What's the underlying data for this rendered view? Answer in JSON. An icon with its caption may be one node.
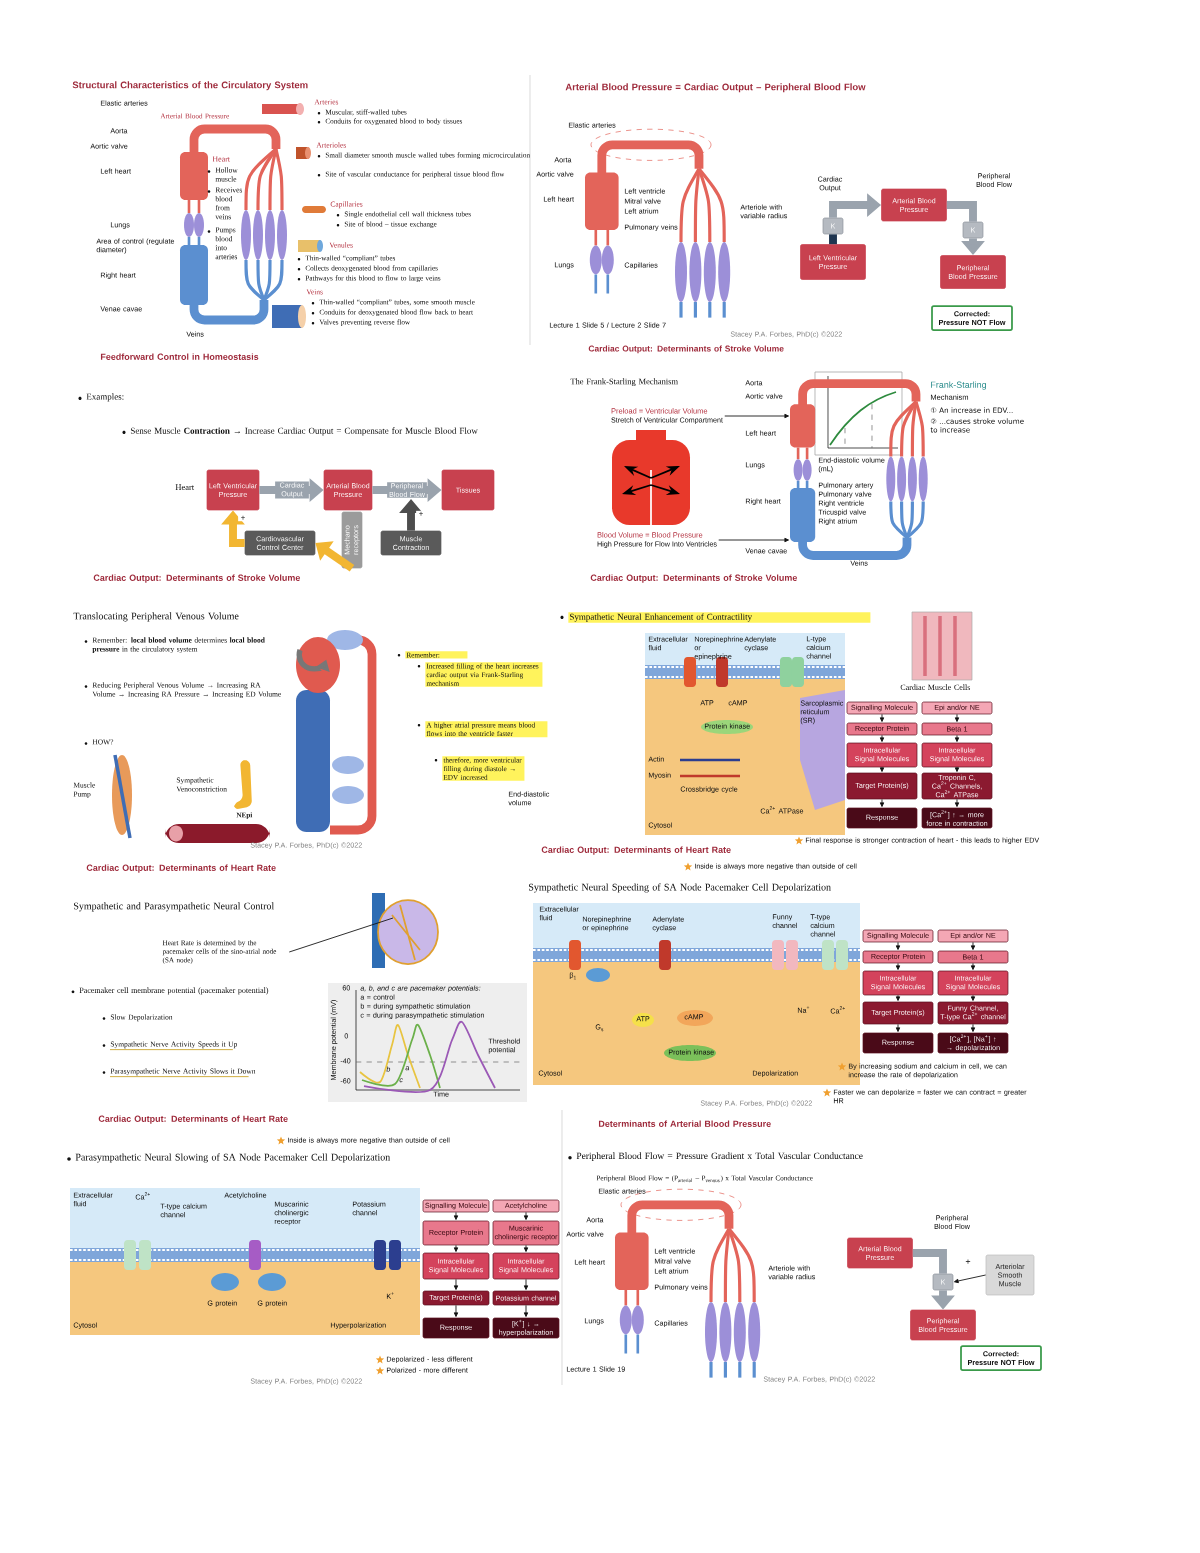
{
  "diagram": {
    "nodes": [
      {
        "text": [
          "Left Ventricular Pressure"
        ]
      },
      {
        "text": [
          "K"
        ]
      },
      {
        "text": [
          "Arterial Blood Pressure"
        ]
      },
      {
        "text": [
          "K"
        ]
      },
      {
        "text": [
          "Peripheral Blood Pressure"
        ]
      },
      {
        "text": [
          "Corrected: Pressure NOT Flow"
        ]
      },
      {
        "text": [
          "Left Ventricular Pressure"
        ]
      },
      {
        "text": [
          "Arterial Blood Pressure"
        ]
      },
      {
        "text": [
          "Tissues"
        ]
      },
      {
        "text": [
          "Cardiovascular Control Center"
        ]
      },
      {
        "text": [
          "Mechano receptors"
        ]
      },
      {
        "text": [
          "Muscle Contraction"
        ]
      },
      {
        "text": [
          "Preload = Ventricular Volume",
          "Stretch of Ventricular Compartment"
        ]
      },
      {
        "text": [
          "Blood Volume = Blood Pressure",
          "High Pressure for Flow Into Ventricles"
        ]
      },
      {
        "text": [
          "Heart Rate is determined by the pacemaker cells of the sino-atrial node (SA node)"
        ]
      },
      {
        "text": [
          "Signalling Molecule"
        ]
      },
      {
        "text": [
          "Receptor Protein"
        ]
      },
      {
        "text": [
          "Intracellular Signal Molecules"
        ]
      },
      {
        "text": [
          "Target Protein(s)"
        ]
      },
      {
        "text": [
          "Response"
        ]
      },
      {
        "text": [
          "Epi and/or NE"
        ]
      },
      {
        "text": [
          "Beta 1"
        ]
      },
      {
        "text": [
          "Intracellular Signal Molecules"
        ]
      },
      {
        "text": [
          "Troponin C, Ca$^{2+}$ Channels, Ca$^{2+}$ ATPase"
        ]
      },
      {
        "text": [
          "[Ca$^{2+}$] ↑ → more force in contraction"
        ]
      },
      {
        "text": [
          "Signalling Molecule"
        ]
      },
      {
        "text": [
          "Receptor Protein"
        ]
      },
      {
        "text": [
          "Intracellular Signal Molecules"
        ]
      },
      {
        "text": [
          "Target Protein(s)"
        ]
      },
      {
        "text": [
          "Response"
        ]
      },
      {
        "text": [
          "Epi and/or NE"
        ]
      },
      {
        "text": [
          "Beta 1"
        ]
      },
      {
        "text": [
          "Intracellular Signal Molecules"
        ]
      },
      {
        "text": [
          "Funny Channel, T-type Ca$^{2+}$ channel"
        ]
      },
      {
        "text": [
          "[Ca$^{2+}$], [Na$^{+}$] ↑ → depolarization"
        ]
      },
      {
        "text": [
          "Signalling Molecule"
        ]
      },
      {
        "text": [
          "Receptor Protein"
        ]
      },
      {
        "text": [
          "Intracellular Signal Molecules"
        ]
      },
      {
        "text": [
          "Target Protein(s)"
        ]
      },
      {
        "text": [
          "Response"
        ]
      },
      {
        "text": [
          "Acetylcholine"
        ]
      },
      {
        "text": [
          "Muscarinic cholinergic receptor"
        ]
      },
      {
        "text": [
          "Intracellular Signal Molecules"
        ]
      },
      {
        "text": [
          "Potassium channel"
        ]
      },
      {
        "text": [
          "[K$^{+}$] ↓ → hyperpolarization"
        ]
      },
      {
        "text": [
          "Arterial Blood Pressure"
        ]
      },
      {
        "text": [
          "K"
        ]
      },
      {
        "text": [
          "Peripheral Blood Pressure"
        ]
      },
      {
        "text": [
          "Arteriolar Smooth Muscle"
        ]
      },
      {
        "text": [
          "Corrected: Pressure NOT Flow"
        ]
      },
      {
        "text": [],
        "shape": "picture"
      }
    ],
    "edges": [
      {
        "from": 0,
        "to": 1,
        "arrow": "none",
        "style": "thick",
        "color": "#1f3550"
      },
      {
        "from": 1,
        "to": 2,
        "arrow": "to",
        "label": "Cardiac Output",
        "style": "thick",
        "color": "#9aa3ad"
      },
      {
        "from": 2,
        "to": 3,
        "arrow": "none",
        "label": "Peripheral Blood Flow",
        "style": "thick",
        "color": "#9aa3ad"
      },
      {
        "from": 3,
        "to": 4,
        "arrow": "to",
        "style": "thick",
        "color": "#9aa3ad"
      },
      {
        "from": 6,
        "to": 7,
        "arrow": "to",
        "label": "Cardiac Output",
        "style": "thick",
        "color": "#9aa3ad"
      },
      {
        "from": 7,
        "to": 8,
        "arrow": "to",
        "label": "Peripheral Blood Flow",
        "style": "thick",
        "color": "#9aa3ad"
      },
      {
        "from": 11,
        "to": null,
        "arrow": "to",
        "label": "+",
        "style": "thick",
        "color": "#4d4d4d"
      },
      {
        "from": 10,
        "to": 9,
        "arrow": "to",
        "style": "thick",
        "color": "#f2b632"
      },
      {
        "from": 9,
        "to": 6,
        "arrow": "to",
        "label": "+",
        "style": "thick",
        "color": "#f2b632"
      },
      {
        "from": 12,
        "to": 50,
        "arrow": "to"
      },
      {
        "from": 13,
        "to": 50,
        "arrow": "to"
      },
      {
        "from": 14,
        "to": null,
        "arrow": "none"
      },
      {
        "from": 15,
        "to": 16,
        "arrow": "to"
      },
      {
        "from": 16,
        "to": 17,
        "arrow": "to"
      },
      {
        "from": 17,
        "to": 18,
        "arrow": "to"
      },
      {
        "from": 18,
        "to": 19,
        "arrow": "to"
      },
      {
        "from": 20,
        "to": 21,
        "arrow": "to"
      },
      {
        "from": 21,
        "to": 22,
        "arrow": "to"
      },
      {
        "from": 22,
        "to": 23,
        "arrow": "to"
      },
      {
        "from": 23,
        "to": 24,
        "arrow": "to"
      },
      {
        "from": 25,
        "to": 26,
        "arrow": "to"
      },
      {
        "from": 26,
        "to": 27,
        "arrow": "to"
      },
      {
        "from": 27,
        "to": 28,
        "arrow": "to"
      },
      {
        "from": 28,
        "to": 29,
        "arrow": "to"
      },
      {
        "from": 30,
        "to": 31,
        "arrow": "to"
      },
      {
        "from": 31,
        "to": 32,
        "arrow": "to"
      },
      {
        "from": 32,
        "to": 33,
        "arrow": "to"
      },
      {
        "from": 33,
        "to": 34,
        "arrow": "to"
      },
      {
        "from": 35,
        "to": 36,
        "arrow": "to"
      },
      {
        "from": 36,
        "to": 37,
        "arrow": "to"
      },
      {
        "from": 37,
        "to": 38,
        "arrow": "to"
      },
      {
        "from": 38,
        "to": 39,
        "arrow": "to"
      },
      {
        "from": 40,
        "to": 41,
        "arrow": "to"
      },
      {
        "from": 41,
        "to": 42,
        "arrow": "to"
      },
      {
        "from": 42,
        "to": 43,
        "arrow": "to"
      },
      {
        "from": 43,
        "to": 44,
        "arrow": "to"
      },
      {
        "from": 45,
        "to": 46,
        "arrow": "none",
        "label": "Peripheral Blood Flow",
        "style": "thick",
        "color": "#9aa3ad"
      },
      {
        "from": 46,
        "to": 47,
        "arrow": "to",
        "style": "thick",
        "color": "#9aa3ad"
      },
      {
        "from": 48,
        "to": 46,
        "arrow": "to",
        "label": "+"
      }
    ],
    "labels": [
      "Structural Characteristics of the Circulatory System",
      "Elastic arteries",
      "Arterial Blood Pressure",
      "Aorta",
      "Aortic valve",
      "Left heart",
      "Heart",
      "Hollow muscle",
      "Receives blood from veins",
      "Pumps blood into arteries",
      "Lungs",
      "Area of control (regulate diameter)",
      "Right heart",
      "Venae cavae",
      "Veins",
      "Arteries",
      "Muscular, stiff-walled tubes",
      "Conduits for oxygenated blood to body tissues",
      "Arterioles",
      "Small diameter smooth muscle walled tubes forming microcirculation",
      "Site of vascular conductance for peripheral tissue blood flow",
      "Capillaries",
      "Single endothelial cell wall thickness tubes",
      "Site of blood – tissue exchange",
      "Venules",
      "Thin-walled “compliant” tubes",
      "Collects deoxygenated blood from capillaries",
      "Pathways for this blood to flow to large veins",
      "Veins",
      "Thin-walled “compliant” tubes, some smooth muscle",
      "Conduits for deoxygenated blood flow back to heart",
      "Valves preventing reverse flow",
      "Arterial Blood Pressure = Cardiac Output – Peripheral Blood Flow",
      "Elastic arteries",
      "Aorta",
      "Aortic valve",
      "Left heart",
      "Left ventricle",
      "Mitral valve",
      "Left atrium",
      "Pulmonary veins",
      "Lungs",
      "Capillaries",
      "Arteriole with variable radius",
      "Lecture 1 Slide 5 / Lecture 2 Slide 7",
      "Stacey P.A. Forbes, PhD(c) ©2022",
      "Feedforward Control in Homeostasis",
      "Examples:",
      "Sense Muscle **Contraction** → Increase Cardiac Output = Compensate for Muscle Blood Flow",
      "Heart",
      "Cardiac Output: Determinants of Stroke Volume",
      "The Frank-Starling Mechanism",
      "Aorta",
      "Aortic valve",
      "Left heart",
      "Lungs",
      "Pulmonary artery",
      "Pulmonary valve",
      "Right ventricle",
      "Tricuspid valve",
      "Right atrium",
      "Right heart",
      "Venae cavae",
      "Veins",
      "Frank-Starling",
      "Mechanism",
      "① An increase in EDV...",
      "② ...causes stroke volume to increase",
      "End-diastolic volume (mL)",
      "Cardiac Output: Determinants of Stroke Volume",
      "Translocating Peripheral Venous Volume",
      "Remember: **local blood volume** determines **local blood pressure** in the circulatory system",
      "Reducing Peripheral Venous Volume → Increasing RA Volume → Increasing RA Pressure → Increasing ED Volume",
      "HOW?",
      "Muscle Pump",
      "Sympathetic Venoconstriction",
      "NEpi",
      "Remember:",
      "Increased filling of the heart increases cardiac output via Frank-Starling mechanism",
      "A higher atrial pressure means blood flows into the ventricle faster",
      "therefore, more ventricular filling during diastole → EDV increased",
      "End-diastolic volume",
      "Stacey P.A. Forbes, PhD(c) ©2022",
      "Cardiac Output: Determinants of Stroke Volume",
      "Sympathetic Neural Enhancement of Contractility",
      "Cardiac Muscle Cells",
      "Final response is stronger contraction of heart - this leads to higher EDV",
      "Extracellular fluid",
      "Norepinephrine or epinephrine",
      "Adenylate cyclase",
      "L-type calcium channel",
      "ATP",
      "cAMP",
      "Protein kinase",
      "Sarcoplasmic reticulum (SR)",
      "Actin",
      "Myosin",
      "Crossbridge cycle",
      "Ca$^{2+}$ ATPase",
      "Cytosol",
      "Cardiac Output: Determinants of Heart Rate",
      "Sympathetic and Parasympathetic Neural Control",
      "Pacemaker cell membrane potential (pacemaker potential)",
      "Slow Depolarization",
      "Sympathetic Nerve Activity Speeds it Up",
      "Parasympathetic Nerve Activity Slows it Down",
      "a, b, and c are pacemaker potentials:",
      "a = control",
      "b = during sympathetic stimulation",
      "c = during parasympathetic stimulation",
      "Membrane potential (mV)",
      "60",
      "0",
      "-40",
      "-60",
      "Threshold potential",
      "b",
      "a",
      "c",
      "Time",
      "Cardiac Output: Determinants of Heart Rate",
      "Inside is always more negative than outside of cell",
      "Sympathetic Neural Speeding of SA Node Pacemaker Cell Depolarization",
      "Extracellular fluid",
      "Norepinephrine or epinephrine",
      "Adenylate cyclase",
      "Funny channel",
      "T-type calcium channel",
      "β$_{1}$",
      "G$_{s}$",
      "ATP",
      "cAMP",
      "Protein kinase",
      "Na$^{+}$",
      "Ca$^{2+}$",
      "Cytosol",
      "Depolarization",
      "By increasing sodium and calcium in cell, we can increase the rate of depolarization",
      "Faster we can depolarize = faster we can contract = greater HR",
      "Stacey P.A. Forbes, PhD(c) ©2022",
      "Cardiac Output: Determinants of Heart Rate",
      "Inside is always more negative than outside of cell",
      "Parasympathetic Neural Slowing of SA Node Pacemaker Cell Depolarization",
      "Extracellular fluid",
      "Ca$^{2+}$",
      "T-type calcium channel",
      "Acetylcholine",
      "Muscarinic cholinergic receptor",
      "Potassium channel",
      "G protein",
      "G protein",
      "K$^{+}$",
      "Cytosol",
      "Hyperpolarization",
      "Depolarized - less different",
      "Polarized - more different",
      "Stacey P.A. Forbes, PhD(c) ©2022",
      "Determinants of Arterial Blood Pressure",
      "Peripheral Blood Flow = Pressure Gradient x Total Vascular Conductance",
      "Peripheral Blood Flow = (P$_{arterial}$ – P$_{venous}$) x Total Vascular Conductance",
      "Elastic arteries",
      "Aorta",
      "Aortic valve",
      "Left heart",
      "Left ventricle",
      "Mitral valve",
      "Left atrium",
      "Pulmonary veins",
      "Lungs",
      "Capillaries",
      "Arteriole with variable radius",
      "Lecture 1 Slide 19",
      "Stacey P.A. Forbes, PhD(c) ©2022"
    ]
  }
}
